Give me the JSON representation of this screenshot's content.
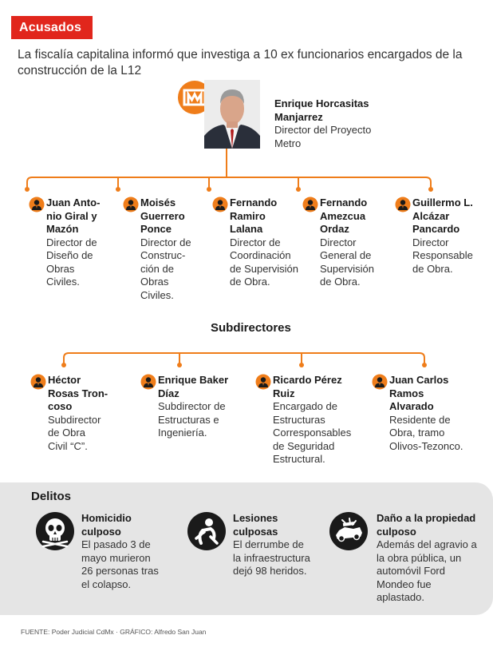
{
  "tag": "Acusados",
  "intro": "La fiscalía capitalina informó que investiga a 10 ex funcionarios encargados de la construcción de la L12",
  "top": {
    "name_lines": [
      "Enrique Horcasitas",
      "Manjarrez"
    ],
    "role_lines": [
      "Director del Proyecto",
      "Metro"
    ]
  },
  "directors": [
    {
      "name_lines": [
        "Juan Anto-",
        "nio Giral y",
        "Mazón"
      ],
      "role_lines": [
        "Director de",
        "Diseño de",
        "Obras",
        "Civiles."
      ]
    },
    {
      "name_lines": [
        "Moisés",
        "Guerrero",
        "Ponce"
      ],
      "role_lines": [
        "Director de",
        "Construc-",
        "ción de",
        "Obras",
        "Civiles."
      ]
    },
    {
      "name_lines": [
        "Fernando",
        "Ramiro",
        "Lalana"
      ],
      "role_lines": [
        "Director de",
        "Coordinación",
        "de Supervisión",
        "de Obra."
      ]
    },
    {
      "name_lines": [
        "Fernando",
        "Amezcua",
        "Ordaz"
      ],
      "role_lines": [
        "Director",
        "General de",
        "Supervisión",
        "de Obra."
      ]
    },
    {
      "name_lines": [
        "Guillermo L.",
        "Alcázar",
        "Pancardo"
      ],
      "role_lines": [
        "Director",
        "Responsable",
        "de Obra."
      ]
    }
  ],
  "subdirectors_title": "Subdirectores",
  "subdirectors": [
    {
      "name_lines": [
        "Héctor",
        "Rosas Tron-",
        "coso"
      ],
      "role_lines": [
        "Subdirector",
        "de Obra",
        "Civil “C”."
      ]
    },
    {
      "name_lines": [
        "Enrique Baker",
        "Díaz"
      ],
      "role_lines": [
        "Subdirector de",
        "Estructuras e",
        "Ingeniería."
      ]
    },
    {
      "name_lines": [
        "Ricardo Pérez",
        "Ruiz"
      ],
      "role_lines": [
        "Encargado de",
        "Estructuras",
        "Corresponsables",
        "de Seguridad",
        "Estructural."
      ]
    },
    {
      "name_lines": [
        "Juan Carlos",
        "Ramos",
        "Alvarado"
      ],
      "role_lines": [
        "Residente de",
        "Obra, tramo",
        "Olivos-Tezonco."
      ]
    }
  ],
  "crimes_title": "Delitos",
  "crimes": [
    {
      "icon": "skull-icon",
      "name_lines": [
        "Homicidio",
        "culposo"
      ],
      "desc_lines": [
        "El pasado 3 de",
        "mayo murieron",
        "26 personas tras",
        "el colapso."
      ]
    },
    {
      "icon": "injured-person-icon",
      "name_lines": [
        "Lesiones",
        "culposas"
      ],
      "desc_lines": [
        "El derrumbe de",
        "la infraestructura",
        "dejó 98 heridos."
      ]
    },
    {
      "icon": "crushed-car-icon",
      "name_lines": [
        "Daño a la propiedad",
        "culposo"
      ],
      "desc_lines": [
        "Además del agravio a",
        "la obra pública, un",
        "automóvil Ford",
        "Mondeo fue",
        "aplastado."
      ]
    }
  ],
  "source": "FUENTE: Poder Judicial CdMx · GRÁFICO: Alfredo San Juan",
  "colors": {
    "accent": "#e1261c",
    "line": "#ef7d1a",
    "box": "#e5e5e5",
    "icon": "#1a1a1a"
  }
}
